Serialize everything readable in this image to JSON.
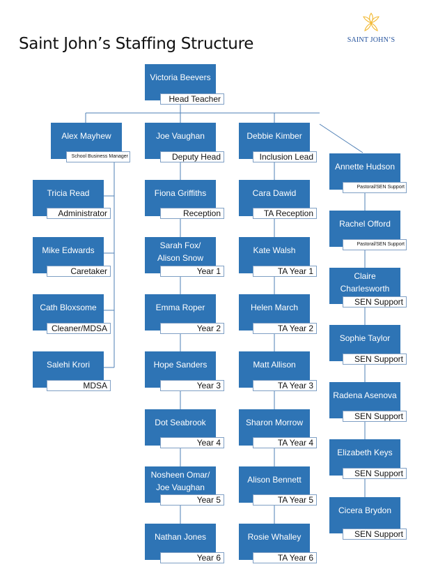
{
  "title": "Saint John’s Staffing Structure",
  "logo": {
    "text": "SAINT JOHN’S",
    "color": "#1f4e9a",
    "petal_color": "#f2b830"
  },
  "colors": {
    "node_fill": "#2e74b5",
    "node_text": "#ffffff",
    "role_border": "#7f9fc4",
    "connector": "#4e7fb5"
  },
  "head": {
    "name": "Victoria Beevers",
    "role": "Head Teacher"
  },
  "business": {
    "lead": {
      "name": "Alex Mayhew",
      "role": "School Business Manager"
    },
    "staff": [
      {
        "name": "Tricia Read",
        "role": "Administrator"
      },
      {
        "name": "Mike Edwards",
        "role": "Caretaker"
      },
      {
        "name": "Cath Bloxsome",
        "role": "Cleaner/MDSA"
      },
      {
        "name": "Salehi Krori",
        "role": "MDSA"
      }
    ]
  },
  "teaching": {
    "lead": {
      "name": "Joe Vaughan",
      "role": "Deputy Head"
    },
    "staff": [
      {
        "name": "Fiona Griffiths",
        "role": "Reception"
      },
      {
        "name": "Sarah Fox/ Alison Snow",
        "role": "Year 1"
      },
      {
        "name": "Emma Roper",
        "role": "Year 2"
      },
      {
        "name": "Hope Sanders",
        "role": "Year 3"
      },
      {
        "name": "Dot Seabrook",
        "role": "Year 4"
      },
      {
        "name": "Nosheen Omar/ Joe Vaughan",
        "role": "Year 5"
      },
      {
        "name": "Nathan Jones",
        "role": "Year 6"
      }
    ]
  },
  "inclusion": {
    "lead": {
      "name": "Debbie Kimber",
      "role": "Inclusion Lead"
    },
    "staff": [
      {
        "name": "Cara Dawid",
        "role": "TA Reception"
      },
      {
        "name": "Kate Walsh",
        "role": "TA Year 1"
      },
      {
        "name": "Helen March",
        "role": "TA Year 2"
      },
      {
        "name": "Matt Allison",
        "role": "TA Year 3"
      },
      {
        "name": "Sharon Morrow",
        "role": "TA Year 4"
      },
      {
        "name": "Alison Bennett",
        "role": "TA Year 5"
      },
      {
        "name": "Rosie Whalley",
        "role": "TA Year 6"
      }
    ]
  },
  "support": {
    "staff": [
      {
        "name": "Annette Hudson",
        "role": "Pastoral/SEN Support"
      },
      {
        "name": "Rachel Offord",
        "role": "Pastoral/SEN Support"
      },
      {
        "name": "Claire Charlesworth",
        "role": "SEN Support"
      },
      {
        "name": "Sophie Taylor",
        "role": "SEN Support"
      },
      {
        "name": "Radena Asenova",
        "role": "SEN Support"
      },
      {
        "name": "Elizabeth Keys",
        "role": "SEN Support"
      },
      {
        "name": "Cicera Brydon",
        "role": "SEN Support"
      }
    ]
  }
}
